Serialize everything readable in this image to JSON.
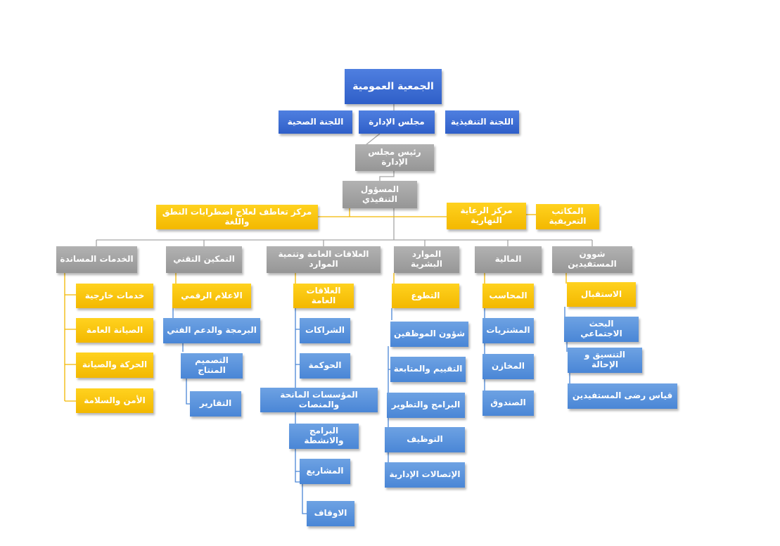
{
  "colors": {
    "navy": "#3a69d0",
    "blue": "#5b95dc",
    "gray": "#a6a6a6",
    "gold": "#fbc30e",
    "line_gray": "#a6a6a6",
    "line_gold": "#f2b600",
    "line_blue": "#4a86d6"
  },
  "nodes": {
    "general_assembly": "الجمعية العمومية",
    "health_committee": "اللجنة الصحية",
    "board": "مجلس الإدارة",
    "executive_committee": "اللجنة التنفيذية",
    "board_chair": "رئيس مجلس الإدارة",
    "executive_director": "المسؤول التنفيذي",
    "speech_center": "مركز تعاطف لعلاج اضطرابات النطق واللغة",
    "day_care": "مركز الرعاية النهارية",
    "info_offices": "المكاتب التعريفية"
  },
  "departments": {
    "support": {
      "title": "الخدمات المساندة",
      "items": [
        "خدمات خارجية",
        "الصيانة العامة",
        "الحركة والصيانة",
        "الأمن والسلامة"
      ]
    },
    "tech": {
      "title": "التمكين التقني",
      "items": [
        "الاعلام الرقمي",
        "البرمجة والدعم الفني",
        "التصميم المنتاج",
        "التقارير"
      ]
    },
    "relations": {
      "title": "العلاقات العامة وتنمية الموارد",
      "items": [
        "العلاقات العامة",
        "الشراكات",
        "الحوكمة",
        "المؤسسات المانحة والمنصات",
        "البرامج والانشطة",
        "المشاريع",
        "الاوقاف"
      ]
    },
    "hr": {
      "title": "الموارد البشرية",
      "items": [
        "التطوع",
        "شؤون الموظفين",
        "التقييم والمتابعة",
        "البرامج والتطوير",
        "التوظيف",
        "الإتصالات الإدارية"
      ]
    },
    "finance": {
      "title": "المالية",
      "items": [
        "المحاسب",
        "المشتريات",
        "المخازن",
        "الصندوق"
      ]
    },
    "beneficiaries": {
      "title": "شوون المستفيدين",
      "items": [
        "الاستقبال",
        "البحث الاجتماعي",
        "التنسيق و الإحالة",
        "قياس رضى المستفيدين"
      ]
    }
  }
}
